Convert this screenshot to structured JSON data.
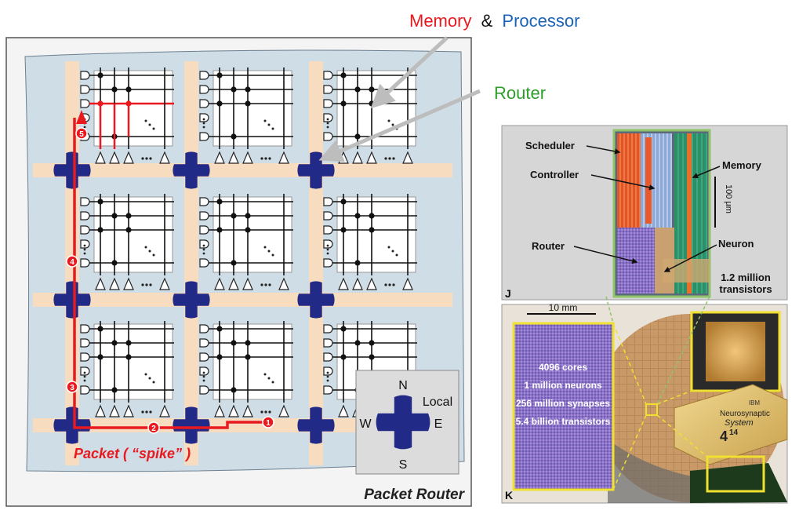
{
  "header": {
    "memory": "Memory",
    "amp": "&",
    "processor": "Processor",
    "router": "Router"
  },
  "left_panel": {
    "packet_label": "Packet ( “spike” )",
    "title": "Packet Router",
    "hops": [
      "1",
      "2",
      "3",
      "4",
      "5"
    ],
    "router_legend": {
      "north": "N",
      "south": "S",
      "east": "E",
      "west": "W",
      "local": "Local"
    }
  },
  "panel_j": {
    "tag": "J",
    "labels": {
      "scheduler": "Scheduler",
      "controller": "Controller",
      "memory": "Memory",
      "router": "Router",
      "neuron": "Neuron",
      "scale": "100 μm",
      "transistors_line1": "1.2 million",
      "transistors_line2": "transistors"
    }
  },
  "panel_k": {
    "tag": "K",
    "scale": "10 mm",
    "stats": [
      "4096 cores",
      "1 million neurons",
      "256 million synapses",
      "5.4 billion transistors"
    ],
    "box": {
      "brand": "IBM",
      "line1": "Neurosynaptic",
      "line2": "System",
      "number": "4",
      "sup": "14"
    }
  },
  "colors": {
    "memory": "#e8191f",
    "processor": "#1a63b7",
    "router": "#2e9e2a",
    "packet": "#e8191f",
    "router_node": "#222a88",
    "bus": "#f8dcc0",
    "board": "#cfdde6"
  }
}
